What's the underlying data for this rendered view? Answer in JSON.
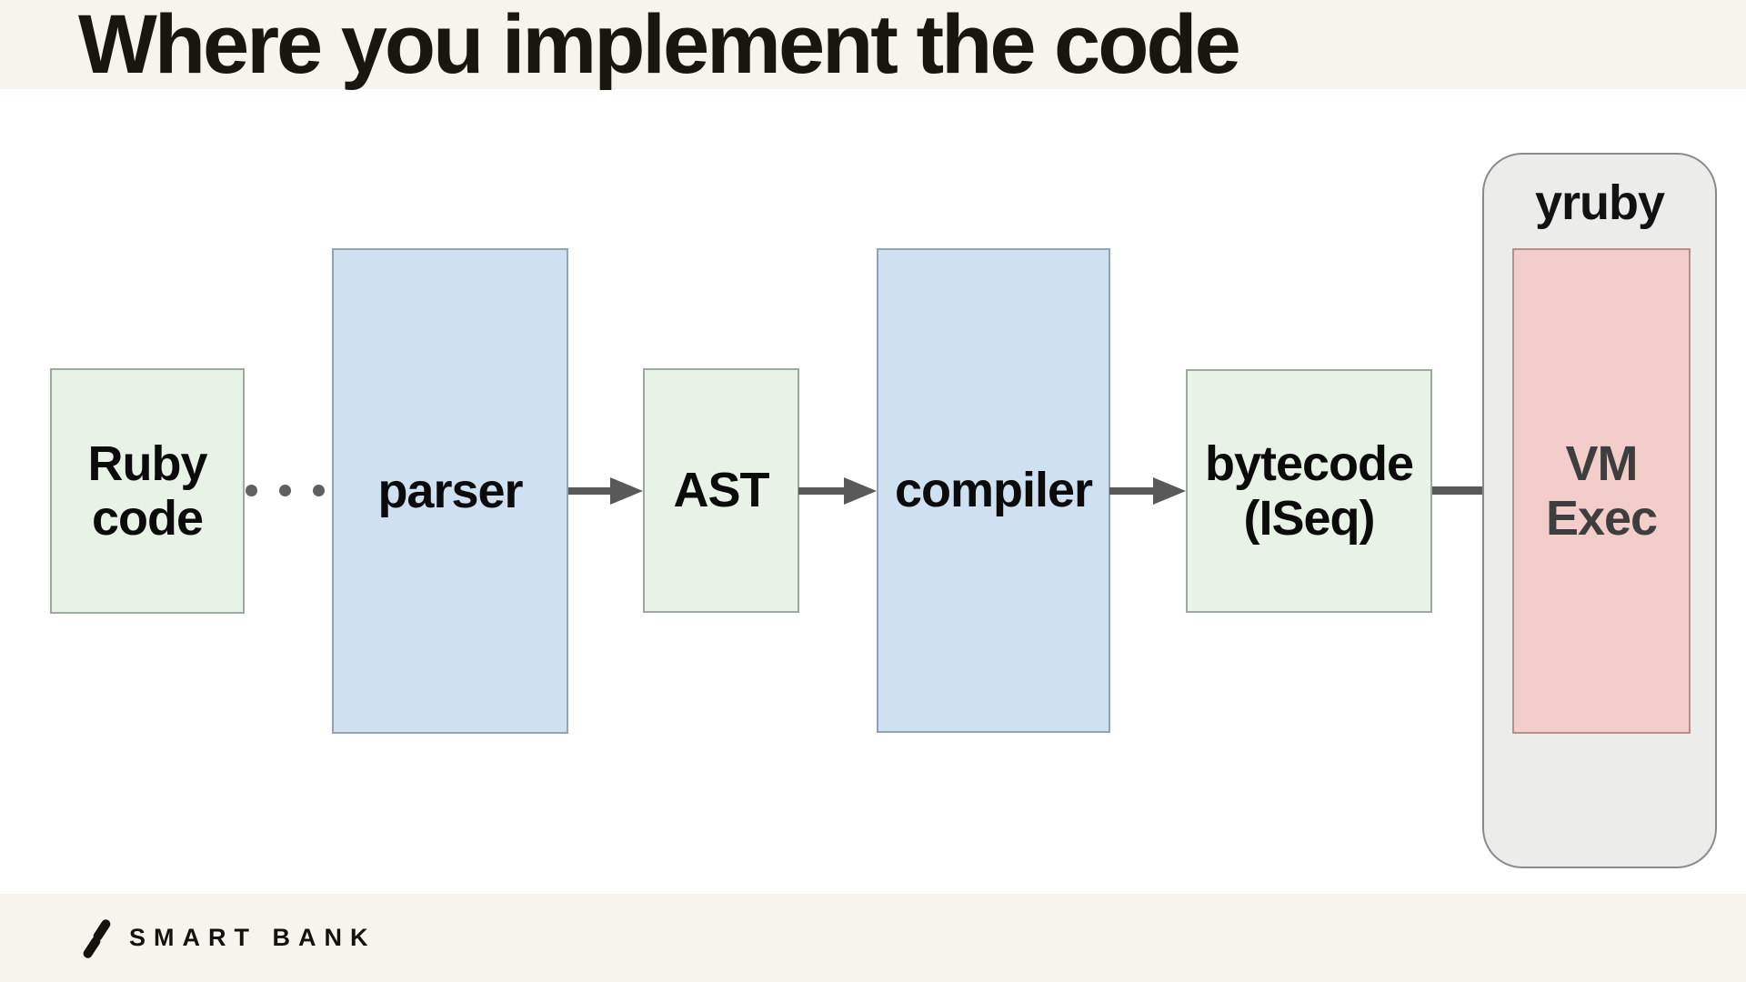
{
  "header": {
    "title": "Where you implement the code"
  },
  "pipeline": {
    "boxes": [
      {
        "id": "ruby-code",
        "label": "Ruby\ncode",
        "fill": "#e8f2e6",
        "border": "#9dab9e"
      },
      {
        "id": "parser",
        "label": "parser",
        "fill": "#cfe1f1",
        "border": "#92a3b7"
      },
      {
        "id": "ast",
        "label": "AST",
        "fill": "#e8f2e6",
        "border": "#9dab9e"
      },
      {
        "id": "compiler",
        "label": "compiler",
        "fill": "#cfe1f1",
        "border": "#92a3b7"
      },
      {
        "id": "bytecode",
        "label": "bytecode\n(ISeq)",
        "fill": "#e8f2e6",
        "border": "#9dab9e"
      },
      {
        "id": "vm-exec",
        "label": "VM\nExec",
        "fill": "#f2cdca",
        "border": "#b2908d"
      }
    ],
    "container": {
      "label": "yruby",
      "fill": "#ececea",
      "border": "#8a8a8a"
    },
    "ellipsis_dot_count": 3,
    "arrow_color": "#595959"
  },
  "footer": {
    "brand": "SMART BANK"
  },
  "colors": {
    "background": "#ffffff",
    "band": "#f6f4ed",
    "title_text": "#17160f",
    "label_text": "#0b0b0b",
    "vm_label_text": "#3e3e3e",
    "arrow": "#595959",
    "logo": "#14120c"
  }
}
